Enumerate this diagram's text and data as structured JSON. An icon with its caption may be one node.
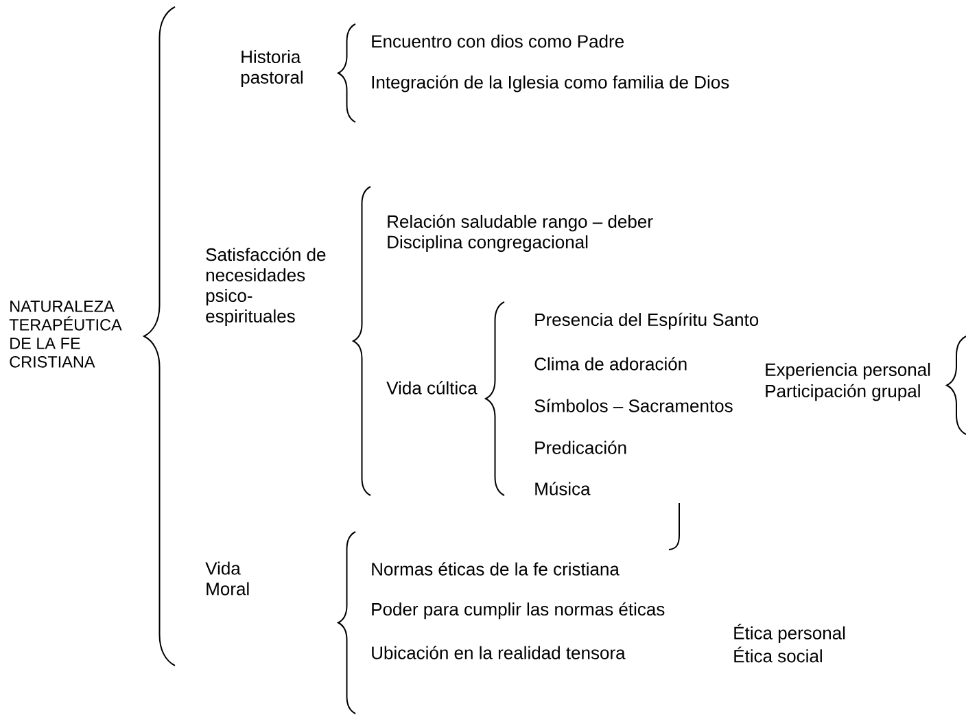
{
  "diagram": {
    "labels": [
      "Historia pastoral",
      "Encuentro con dios como Padre",
      "Integración de la Iglesia como familia de Dios",
      "Relación saludable rango – deber",
      "Disciplina congregacional",
      "Satisfacción de necesidades psico-espirituales",
      "NATURALEZA TERAPÉUTICA DE LA FE CRISTIANA",
      "Presencia del Espíritu Santo",
      "Clima de adoración",
      "Experiencia personal",
      "Vida cúltica",
      "Participación grupal",
      "Símbolos – Sacramentos",
      "Predicación",
      "Música",
      "Vida Moral",
      "Normas éticas de la fe cristiana",
      "Poder para cumplir las normas éticas",
      "Ética personal",
      "Ubicación en la realidad tensora",
      "Ética social"
    ]
  }
}
